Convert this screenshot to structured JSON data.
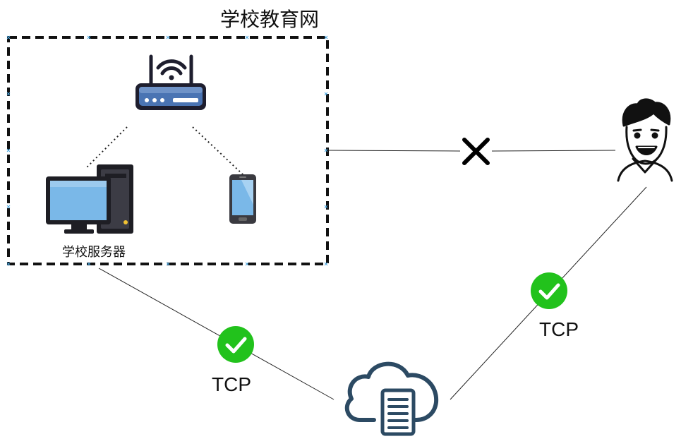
{
  "diagram": {
    "network_title": "学校教育网",
    "server_caption": "学校服务器",
    "tcp_left": "TCP",
    "tcp_right": "TCP"
  },
  "icons": {
    "router": "router-icon",
    "computer": "desktop-computer-icon",
    "phone": "smartphone-icon",
    "user": "user-face-icon",
    "cloud": "cloud-server-icon",
    "blocked": "cross-icon",
    "ok": "check-circle-icon"
  },
  "colors": {
    "check_green": "#22c21c",
    "router_blue": "#4a74b3",
    "screen_blue": "#7ab8e8",
    "cloud_navy": "#2c4a63"
  }
}
